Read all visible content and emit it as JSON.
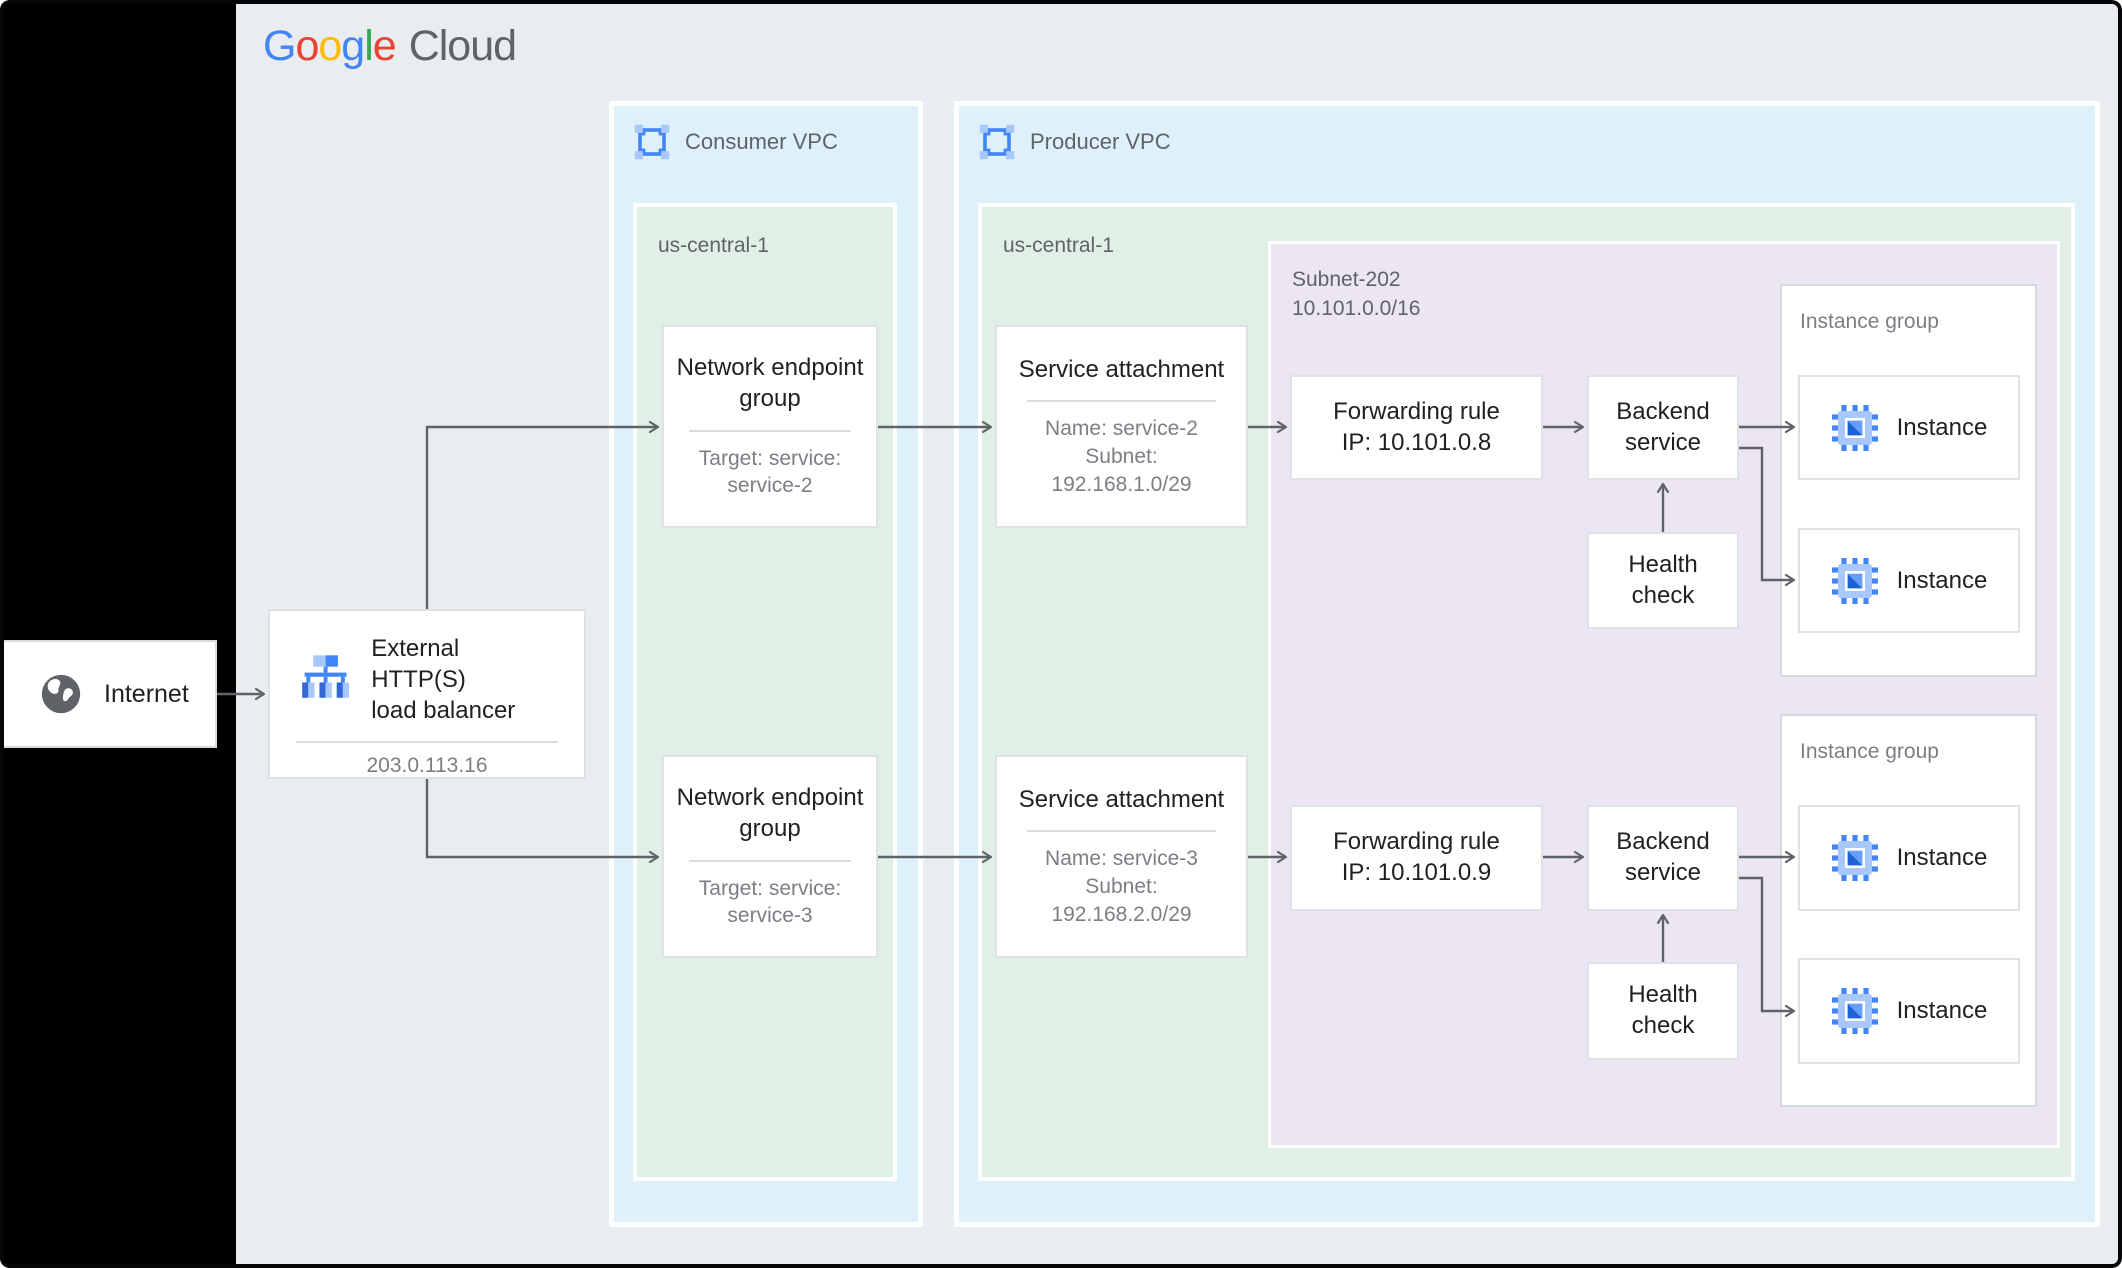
{
  "brand": {
    "letters": [
      {
        "ch": "G",
        "color": "#4285F4"
      },
      {
        "ch": "o",
        "color": "#EA4335"
      },
      {
        "ch": "o",
        "color": "#FBBC05"
      },
      {
        "ch": "g",
        "color": "#4285F4"
      },
      {
        "ch": "l",
        "color": "#34A853"
      },
      {
        "ch": "e",
        "color": "#EA4335"
      }
    ],
    "cloud": "Cloud"
  },
  "internet": {
    "label": "Internet"
  },
  "load_balancer": {
    "title_line1": "External HTTP(S)",
    "title_line2": "load balancer",
    "ip": "203.0.113.16"
  },
  "consumer_vpc": {
    "label": "Consumer VPC",
    "region": "us-central-1",
    "negs": [
      {
        "title": "Network endpoint group",
        "target_line1": "Target: service:",
        "target_line2": "service-2"
      },
      {
        "title": "Network endpoint group",
        "target_line1": "Target: service:",
        "target_line2": "service-3"
      }
    ]
  },
  "producer_vpc": {
    "label": "Producer VPC",
    "region": "us-central-1",
    "service_attachments": [
      {
        "title": "Service attachment",
        "name": "Name: service-2",
        "subnet_label": "Subnet:",
        "subnet_value": "192.168.1.0/29"
      },
      {
        "title": "Service attachment",
        "name": "Name: service-3",
        "subnet_label": "Subnet:",
        "subnet_value": "192.168.2.0/29"
      }
    ],
    "subnet": {
      "label_line1": "Subnet-202",
      "label_line2": "10.101.0.0/16",
      "forwarding_rules": [
        {
          "line1": "Forwarding rule",
          "line2": "IP: 10.101.0.8"
        },
        {
          "line1": "Forwarding rule",
          "line2": "IP: 10.101.0.9"
        }
      ],
      "backend_services": [
        {
          "line1": "Backend",
          "line2": "service"
        },
        {
          "line1": "Backend",
          "line2": "service"
        }
      ],
      "health_checks": [
        {
          "line1": "Health",
          "line2": "check"
        },
        {
          "line1": "Health",
          "line2": "check"
        }
      ],
      "instance_groups": [
        {
          "label": "Instance group",
          "instances": [
            "Instance",
            "Instance"
          ]
        },
        {
          "label": "Instance group",
          "instances": [
            "Instance",
            "Instance"
          ]
        }
      ]
    }
  },
  "edges": [
    {
      "from": "internet",
      "to": "load-balancer"
    },
    {
      "from": "load-balancer",
      "to": "neg-1"
    },
    {
      "from": "load-balancer",
      "to": "neg-2"
    },
    {
      "from": "neg-1",
      "to": "service-attachment-1"
    },
    {
      "from": "neg-2",
      "to": "service-attachment-2"
    },
    {
      "from": "service-attachment-1",
      "to": "forwarding-rule-1"
    },
    {
      "from": "service-attachment-2",
      "to": "forwarding-rule-2"
    },
    {
      "from": "forwarding-rule-1",
      "to": "backend-service-1"
    },
    {
      "from": "forwarding-rule-2",
      "to": "backend-service-2"
    },
    {
      "from": "backend-service-1",
      "to": "instance-1a"
    },
    {
      "from": "backend-service-1",
      "to": "instance-1b"
    },
    {
      "from": "health-check-1",
      "to": "backend-service-1"
    },
    {
      "from": "backend-service-2",
      "to": "instance-2a"
    },
    {
      "from": "backend-service-2",
      "to": "instance-2b"
    },
    {
      "from": "health-check-2",
      "to": "backend-service-2"
    }
  ],
  "colors": {
    "background": "#E9EDF0",
    "side_panel": "#000000",
    "vpc_container": "#DEF1FB",
    "region_container": "#E1F0E7",
    "subnet_container": "#ECE6F4",
    "node_border": "#DFE2E5",
    "divider": "#DADCE0",
    "arrow": "#5F6368",
    "title_text": "#202124",
    "secondary_text": "#7B7F84",
    "label_text": "#5F6368",
    "icon_blue": "#4285F4",
    "icon_blue_light": "#A8C7FA",
    "icon_blue_dark": "#3367D6",
    "google_blue": "#4285F4",
    "google_red": "#EA4335",
    "google_yellow": "#FBBC05",
    "google_green": "#34A853",
    "cloud_gray": "#5F6368"
  }
}
